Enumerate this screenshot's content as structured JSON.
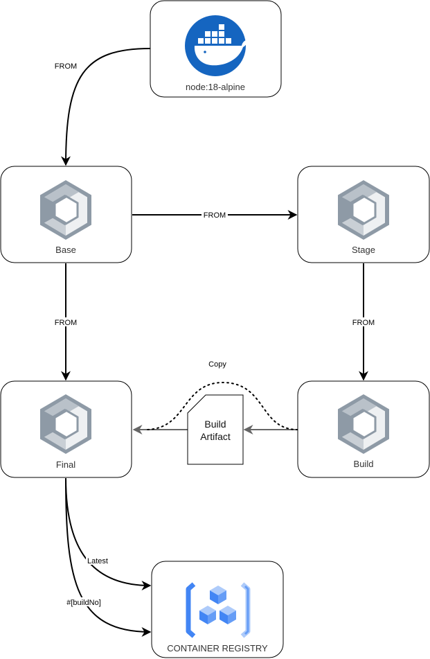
{
  "nodes": {
    "node_image": {
      "label": "node:18-alpine",
      "icon": "docker-whale-icon"
    },
    "base": {
      "label": "Base",
      "icon": "container-cube-icon"
    },
    "stage": {
      "label": "Stage",
      "icon": "container-cube-icon"
    },
    "final": {
      "label": "Final",
      "icon": "container-cube-icon"
    },
    "build": {
      "label": "Build",
      "icon": "container-cube-icon"
    },
    "registry": {
      "label": "CONTAINER REGISTRY",
      "icon": "container-registry-icon"
    }
  },
  "artifact": {
    "line1": "Build",
    "line2": "Artifact",
    "icon": "document-icon"
  },
  "edges": {
    "node_to_base": "FROM",
    "base_to_stage": "FROM",
    "base_to_final": "FROM",
    "stage_to_build": "FROM",
    "build_to_final": "Copy",
    "final_to_registry_latest": "Latest",
    "final_to_registry_build": "#[buildNo]"
  },
  "colors": {
    "docker_blue": "#1565c0",
    "cube_grey": "#8e9aa6",
    "cube_light": "#eef0f2",
    "registry_blue": "#4285f4",
    "registry_light": "#aecbfa",
    "arrow": "#000000",
    "copy_arrow": "#666666"
  }
}
